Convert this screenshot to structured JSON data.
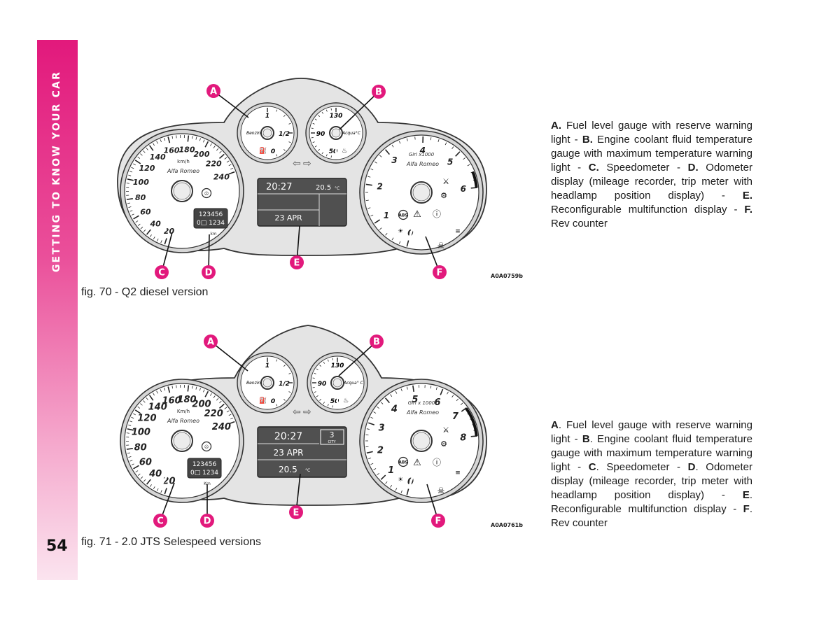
{
  "sidebar": {
    "section_title": "GETTING TO KNOW YOUR CAR",
    "page_number": "54"
  },
  "figures": [
    {
      "caption": "fig. 70 - Q2 diesel version",
      "code": "A0A0759b",
      "callouts": [
        "A",
        "B",
        "C",
        "D",
        "E",
        "F"
      ],
      "speedometer": {
        "ticks": [
          "20",
          "40",
          "60",
          "80",
          "100",
          "120",
          "140",
          "160",
          "180",
          "200",
          "220",
          "240"
        ],
        "unit": "km/h",
        "brand": "Alfa Romeo"
      },
      "fuel_gauge": {
        "label": "Benzina",
        "ticks": [
          "1",
          "1/2",
          "0"
        ]
      },
      "temp_gauge": {
        "label": "Acqua°C",
        "ticks": [
          "130",
          "90",
          "50"
        ]
      },
      "rev_counter": {
        "ticks": [
          "1",
          "2",
          "3",
          "4",
          "5",
          "6"
        ],
        "unit": "Giri x1000",
        "brand": "Alfa Romeo"
      },
      "odometer": {
        "total": "123456",
        "trip": "1234",
        "unit": "km"
      },
      "display": {
        "time": "20:27",
        "temp": "20.5",
        "temp_unit": "°C",
        "date": "23 APR"
      },
      "description": [
        "A.",
        " Fuel level gauge with reserve warning light - ",
        "B.",
        " Engine coolant fluid temperature gauge with maximum temperature warning light - ",
        "C.",
        " Speedometer - ",
        "D.",
        " Odometer display (mileage recorder, trip meter with headlamp position display) - ",
        "E.",
        " Reconfigurable multifunction display - ",
        "F.",
        " Rev counter"
      ]
    },
    {
      "caption": "fig. 71 - 2.0 JTS Selespeed versions",
      "code": "A0A0761b",
      "callouts": [
        "A",
        "B",
        "C",
        "D",
        "E",
        "F"
      ],
      "speedometer": {
        "ticks": [
          "20",
          "40",
          "60",
          "80",
          "100",
          "120",
          "140",
          "160",
          "180",
          "200",
          "220",
          "240"
        ],
        "unit": "Km/h",
        "brand": "Alfa Romeo"
      },
      "fuel_gauge": {
        "label": "Benzina",
        "ticks": [
          "1",
          "1/2",
          "0"
        ]
      },
      "temp_gauge": {
        "label": "Acqua° C",
        "ticks": [
          "130",
          "90",
          "50"
        ]
      },
      "rev_counter": {
        "ticks": [
          "1",
          "2",
          "3",
          "4",
          "5",
          "6",
          "7",
          "8"
        ],
        "unit": "Giri x 1000",
        "brand": "Alfa Romeo"
      },
      "odometer": {
        "total": "123456",
        "trip": "1234",
        "unit": "Km"
      },
      "display": {
        "time": "20:27",
        "date": "23 APR",
        "temp": "20.5",
        "temp_unit": "°C",
        "gear": "3",
        "mode": "CITY"
      },
      "description": [
        "A",
        ". Fuel level gauge with reserve warning light - ",
        "B",
        ". Engine coolant fluid temperature gauge with maximum temperature warning light - ",
        "C",
        ". Speedometer - ",
        "D",
        ". Odometer display (mileage recorder, trip meter with headlamp position display) - ",
        "E",
        ". Reconfigurable multifunction display - ",
        "F",
        ". Rev counter"
      ]
    }
  ],
  "colors": {
    "accent": "#e2197c",
    "housing": "#e4e4e4",
    "screen": "#505050",
    "screen_text": "#ffffff"
  }
}
